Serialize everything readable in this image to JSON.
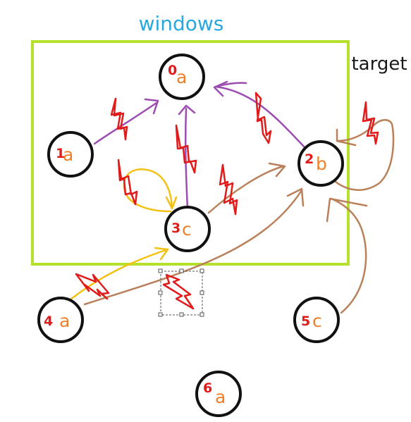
{
  "title": "windows",
  "target_label": "target",
  "colors": {
    "frame": "#b5e02c",
    "title": "#27a8e0",
    "text_dark": "#1a1a1a",
    "letter": "#f0812a",
    "digit": "#e11a1a",
    "bolt": "#e11a1a",
    "purple": "#9b4db0",
    "brown": "#b9805a",
    "yellow": "#f2c112",
    "selection": "#555555"
  },
  "nodes": [
    {
      "id": "0",
      "digit": "0",
      "letter": "a"
    },
    {
      "id": "1",
      "digit": "1",
      "letter": "a"
    },
    {
      "id": "2",
      "digit": "2",
      "letter": "b"
    },
    {
      "id": "3",
      "digit": "3",
      "letter": "c"
    },
    {
      "id": "4",
      "digit": "4",
      "letter": "a"
    },
    {
      "id": "5",
      "digit": "5",
      "letter": "c"
    },
    {
      "id": "6",
      "digit": "6",
      "letter": "a"
    }
  ],
  "edges": [
    {
      "from": "1",
      "to": "0",
      "color": "purple"
    },
    {
      "from": "3",
      "to": "0",
      "color": "purple"
    },
    {
      "from": "2",
      "to": "0",
      "color": "purple"
    },
    {
      "from": "3",
      "to": "3",
      "color": "yellow"
    },
    {
      "from": "4",
      "to": "3",
      "color": "yellow"
    },
    {
      "from": "3",
      "to": "2",
      "color": "brown"
    },
    {
      "from": "4",
      "to": "2",
      "color": "brown"
    },
    {
      "from": "5",
      "to": "2",
      "color": "brown"
    },
    {
      "from": "2",
      "to": "2",
      "color": "brown"
    }
  ]
}
